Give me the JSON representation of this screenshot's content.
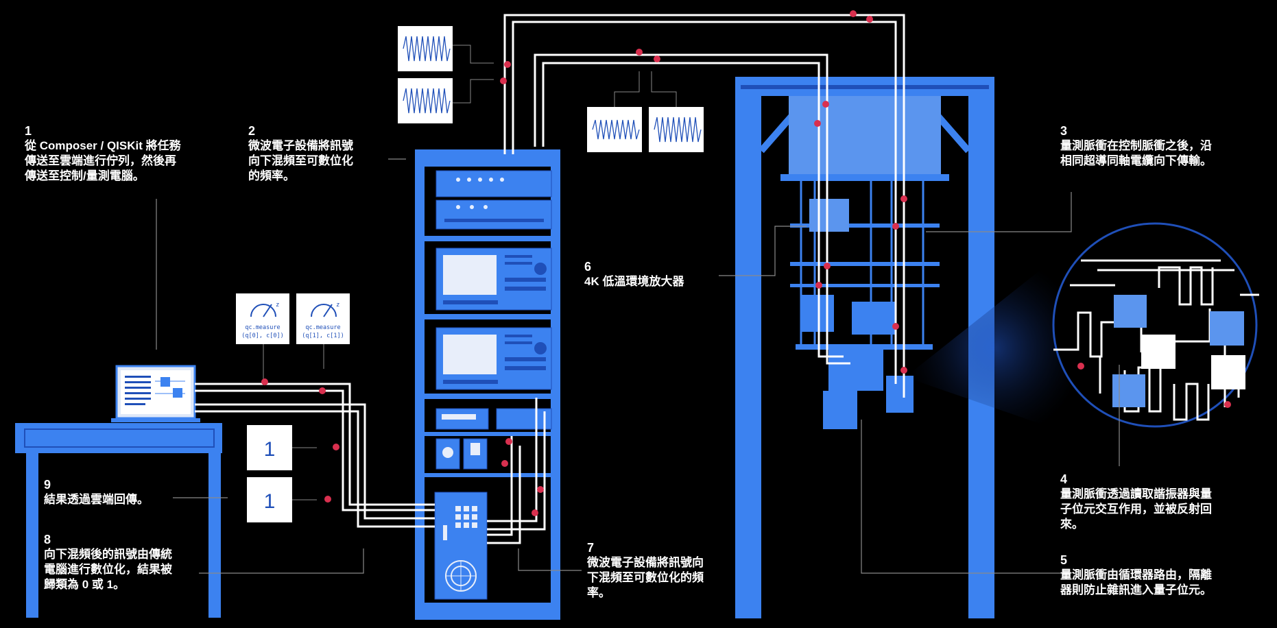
{
  "steps": [
    {
      "num": "1",
      "text": "從 Composer / QISKit 將任務\n傳送至雲端進行佇列，然後再\n傳送至控制/量測電腦。"
    },
    {
      "num": "2",
      "text": "微波電子設備將訊號\n向下混頻至可數位化\n的頻率。"
    },
    {
      "num": "3",
      "text": "量測脈衝在控制脈衝之後，沿\n相同超導同軸電纜向下傳輸。"
    },
    {
      "num": "4",
      "text": "量測脈衝透過讀取諧振器與量\n子位元交互作用，並被反射回\n來。"
    },
    {
      "num": "5",
      "text": "量測脈衝由循環器路由，隔離\n器則防止雜訊進入量子位元。"
    },
    {
      "num": "6",
      "text": "4K 低溫環境放大器"
    },
    {
      "num": "7",
      "text": "微波電子設備將訊號向\n下混頻至可數位化的頻\n率。"
    },
    {
      "num": "8",
      "text": "向下混頻後的訊號由傳統\n電腦進行數位化，結果被\n歸類為 0 或 1。"
    },
    {
      "num": "9",
      "text": "結果透過雲端回傳。"
    }
  ],
  "measure_cards": [
    {
      "gauge": "z",
      "op": "qc.measure",
      "args": "(q[0], c[0])"
    },
    {
      "gauge": "z",
      "op": "qc.measure",
      "args": "(q[1], c[1])"
    }
  ],
  "result_cards": [
    "1",
    "1"
  ],
  "colors": {
    "background": "#000000",
    "blue": "#3c82f0",
    "blue_dark": "#1f4fb8",
    "pink": "#d9304f",
    "wire": "#ffffff"
  }
}
